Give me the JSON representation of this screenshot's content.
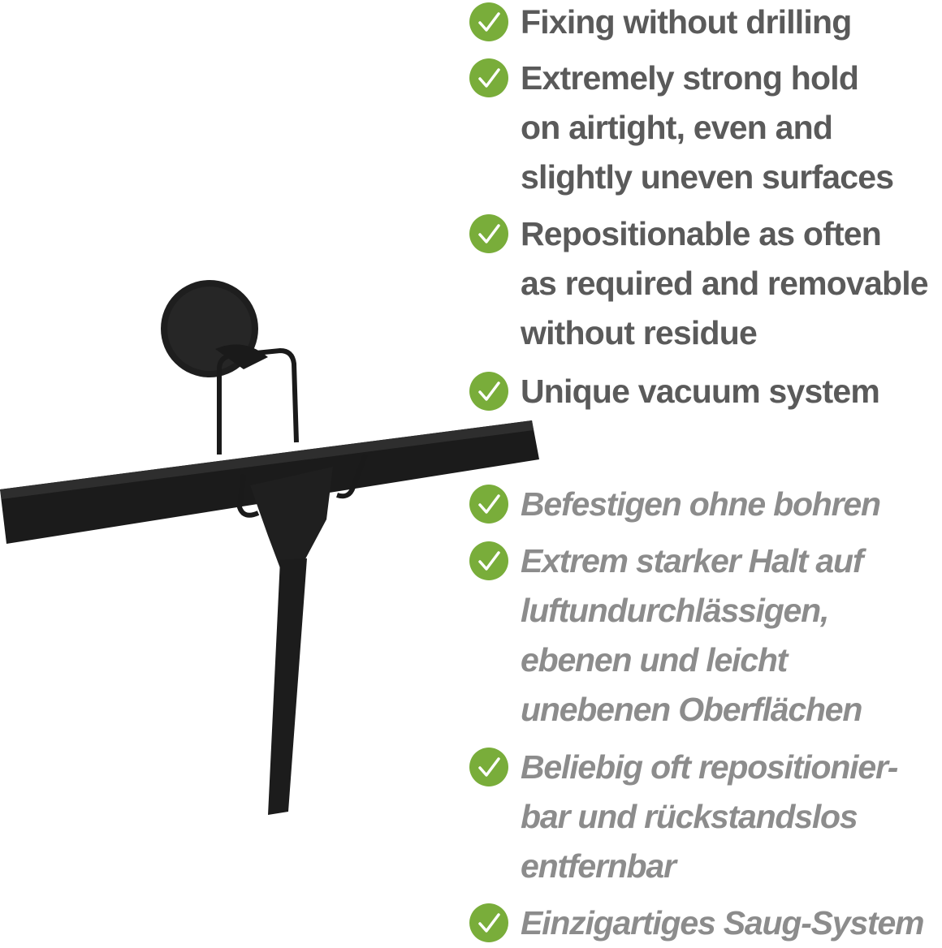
{
  "colors": {
    "check": "#79ad3a",
    "english_text": "#5a5a5a",
    "german_text": "#8c8c8c",
    "product": "#1c1c1c"
  },
  "features_en": [
    {
      "lines": [
        "Fixing without drilling"
      ]
    },
    {
      "lines": [
        "Extremely strong hold",
        "on airtight, even and",
        "slightly uneven surfaces"
      ]
    },
    {
      "lines": [
        "Repositionable as often",
        "as required and removable",
        "without residue"
      ]
    },
    {
      "lines": [
        "Unique vacuum system"
      ]
    }
  ],
  "features_de": [
    {
      "lines": [
        "Befestigen ohne bohren"
      ]
    },
    {
      "lines": [
        "Extrem starker Halt auf",
        "luftundurchlässigen,",
        "ebenen und leicht",
        "unebenen Oberflächen"
      ]
    },
    {
      "lines": [
        "Beliebig oft repositionier-",
        "bar und rückstandslos",
        "entfernbar"
      ]
    },
    {
      "lines": [
        "Einzigartiges Saug-System"
      ]
    }
  ]
}
